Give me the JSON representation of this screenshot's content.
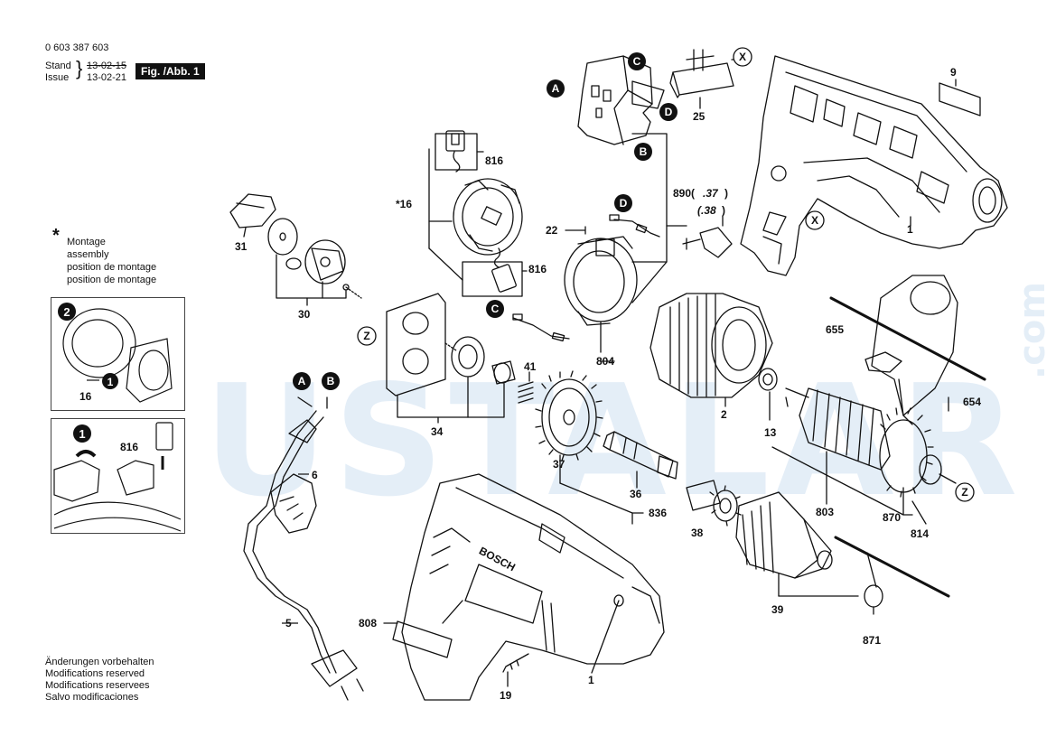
{
  "header": {
    "part_number": "0 603 387 603",
    "stand_label": "Stand",
    "issue_label": "Issue",
    "stand_date": "13-02-15",
    "issue_date": "13-02-21",
    "figure_tag": "Fig. /Abb. 1"
  },
  "watermark": {
    "text": "USTALAR",
    "suffix": ".com"
  },
  "note": {
    "star": "*",
    "line1": "Montage",
    "line2": "assembly",
    "line3": "position de montage",
    "line4": "position de montage"
  },
  "inset_labels": {
    "top_step": "2",
    "top_step_b": "1",
    "top_part": "16",
    "bottom_step": "1",
    "bottom_part": "816"
  },
  "footer": {
    "line1": "Änderungen vorbehalten",
    "line2": "Modifications reserved",
    "line3": "Modifications reservees",
    "line4": "Salvo modificaciones"
  },
  "callouts": {
    "A": "A",
    "B": "B",
    "C": "C",
    "D": "D",
    "X": "X",
    "Z": "Z"
  },
  "parts": {
    "p9": "9",
    "p25": "25",
    "p1a": "1",
    "p1b": "1",
    "p816a": "816",
    "p816b": "816",
    "p16": "*16",
    "p22": "22",
    "p890": "890(",
    "p890_37": ".37",
    "p890_close": ")",
    "p890_38": "(.38",
    "p890_38close": ")",
    "p31": "31",
    "p30": "30",
    "p804": "804",
    "p655": "655",
    "p654": "654",
    "p2": "2",
    "p13": "13",
    "p41": "41",
    "p34": "34",
    "p6": "6",
    "p37": "37",
    "p36": "36",
    "p836": "836",
    "p38": "38",
    "p803": "803",
    "p870": "870",
    "p814": "814",
    "p39": "39",
    "p871": "871",
    "p808": "808",
    "p5": "5",
    "p19": "19",
    "brand": "BOSCH"
  }
}
